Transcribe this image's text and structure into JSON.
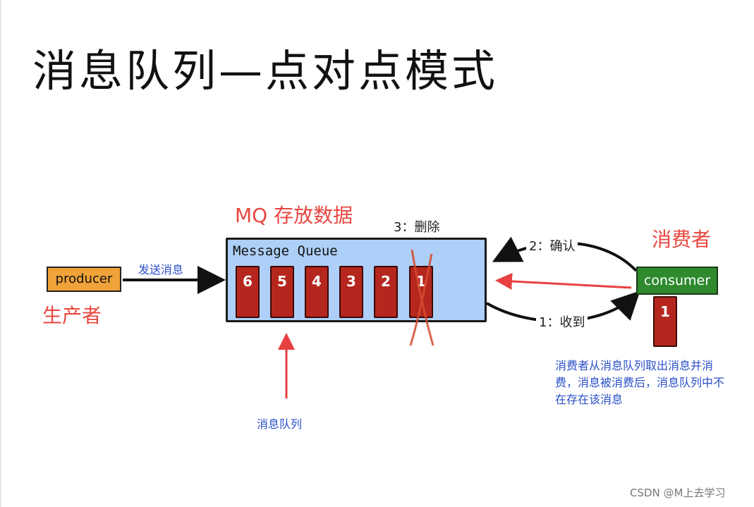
{
  "title": "消息队列—点对点模式",
  "labels": {
    "mq_store": "MQ 存放数据",
    "delete": "3：删除",
    "consumer_role": "消费者",
    "producer_role": "生产者",
    "send": "发送消息",
    "confirm": "2：确认",
    "receive": "1：收到",
    "queue_caption": "消息队列"
  },
  "queue": {
    "title": "Message Queue",
    "messages": [
      "6",
      "5",
      "4",
      "3",
      "2",
      "1"
    ]
  },
  "nodes": {
    "producer": "producer",
    "consumer": "consumer",
    "consumer_message": "1"
  },
  "note": [
    "消费者从消息队列取出消息并消",
    "费，消息被消费后，消息队列中不",
    "在存在该消息"
  ],
  "watermark": "CSDN @M上去学习",
  "colors": {
    "red_label": "#e8463f",
    "blue_text": "#2a4fc8",
    "queue_bg": "#aecff7",
    "message_red": "#b5271e",
    "producer_orange": "#f0a338",
    "consumer_green": "#2f8a2e"
  }
}
